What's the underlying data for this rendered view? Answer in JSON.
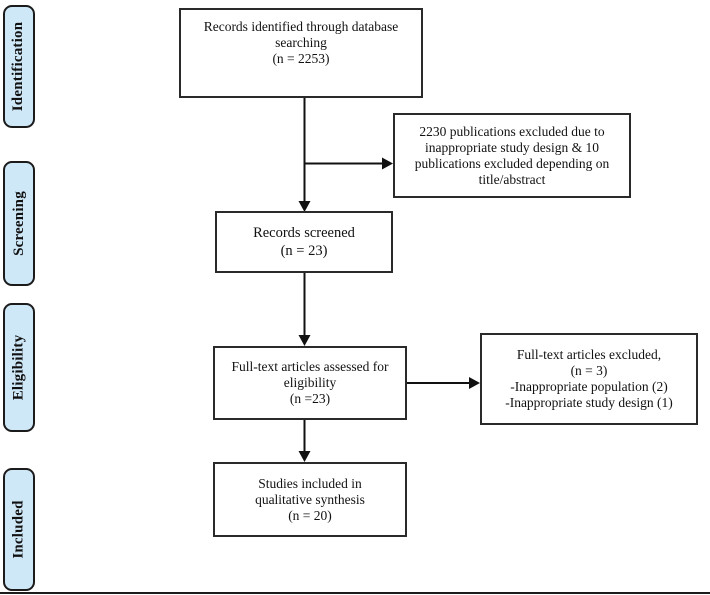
{
  "figure": {
    "type": "prisma-flow-diagram",
    "accent_color": "#cfe8f8",
    "border_color": "#1b1b1b"
  },
  "sidebar": {
    "items": [
      {
        "label": "Identification"
      },
      {
        "label": "Screening"
      },
      {
        "label": "Eligibility"
      },
      {
        "label": "Included"
      }
    ]
  },
  "flowchart": {
    "records_identified": {
      "lines": [
        "Records identified through database",
        "searching",
        "(n = 2253)"
      ]
    },
    "publications_excluded": {
      "lines": [
        "2230 publications excluded due to",
        "inappropriate study design & 10",
        "publications excluded depending on",
        "title/abstract"
      ]
    },
    "records_screened": {
      "lines": [
        "Records screened",
        "(n = 23)"
      ]
    },
    "fulltext_assessed": {
      "lines": [
        "Full-text articles assessed for",
        "eligibility",
        "(n =23)"
      ]
    },
    "fulltext_excluded": {
      "lines": [
        "Full-text articles excluded,",
        "(n = 3)",
        "-Inappropriate population (2)",
        "-Inappropriate study design (1)"
      ]
    },
    "studies_included": {
      "lines": [
        "Studies included in",
        "qualitative synthesis",
        "(n = 20)"
      ]
    }
  }
}
